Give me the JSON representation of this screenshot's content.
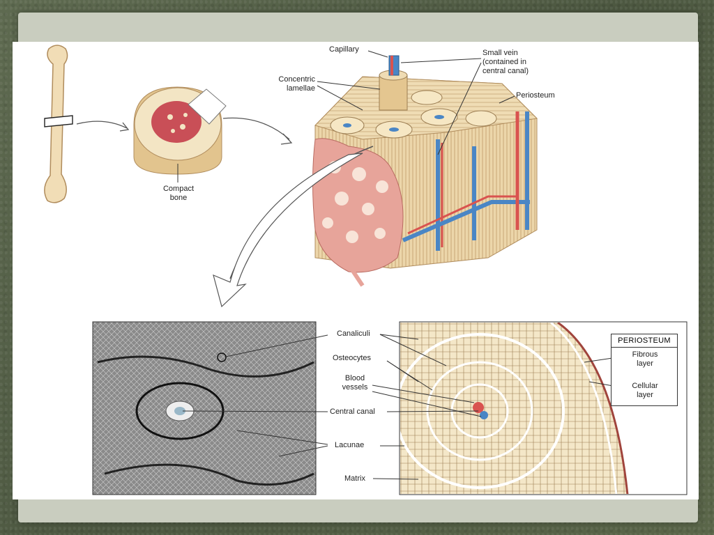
{
  "labels": {
    "compact_bone": "Compact\nbone",
    "capillary": "Capillary",
    "small_vein": "Small vein\n(contained in\ncentral canal)",
    "concentric_lamellae": "Concentric\nlamellae",
    "periosteum_top": "Periosteum",
    "canaliculi": "Canaliculi",
    "osteocytes": "Osteocytes",
    "blood_vessels": "Blood\nvessels",
    "central_canal": "Central canal",
    "lacunae": "Lacunae",
    "matrix": "Matrix",
    "periosteum_box": "PERIOSTEUM",
    "fibrous_layer": "Fibrous\nlayer",
    "cellular_layer": "Cellular\nlayer"
  },
  "colors": {
    "bone": "#e9d3a8",
    "spongy": "#e7a49a",
    "artery": "#d9534f",
    "vein": "#4a86c5",
    "frame": "#556048"
  }
}
